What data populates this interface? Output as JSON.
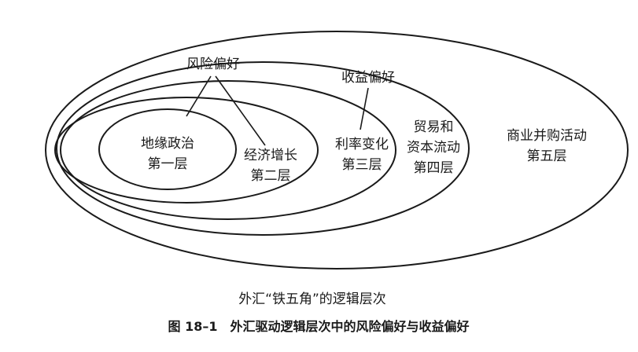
{
  "diagram": {
    "risk_preference": "风险偏好",
    "return_preference": "收益偏好",
    "layers": [
      {
        "lines": [
          "地缘政治",
          "第一层"
        ]
      },
      {
        "lines": [
          "经济增长",
          "第二层"
        ]
      },
      {
        "lines": [
          "利率变化",
          "第三层"
        ]
      },
      {
        "lines": [
          "贸易和",
          "资本流动",
          "第四层"
        ]
      },
      {
        "lines": [
          "商业并购活动",
          "第五层"
        ]
      }
    ],
    "subtitle": "外汇“铁五角”的逻辑层次"
  },
  "caption": "图 18–1　外汇驱动逻辑层次中的风险偏好与收益偏好"
}
